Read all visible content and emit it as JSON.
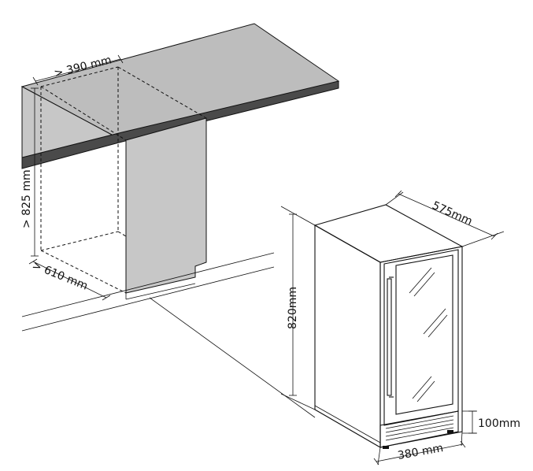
{
  "dimensions": {
    "niche_width": "> 390 mm",
    "niche_height": "> 825 mm",
    "niche_depth": "> 610 mm",
    "appliance_depth": "575mm",
    "appliance_height": "820mm",
    "plinth_height": "100mm",
    "appliance_width": "380 mm"
  },
  "colors": {
    "line": "#111111",
    "cabinet_grey": "#bdbdbd",
    "countertop_edge": "#4a4a4a"
  }
}
